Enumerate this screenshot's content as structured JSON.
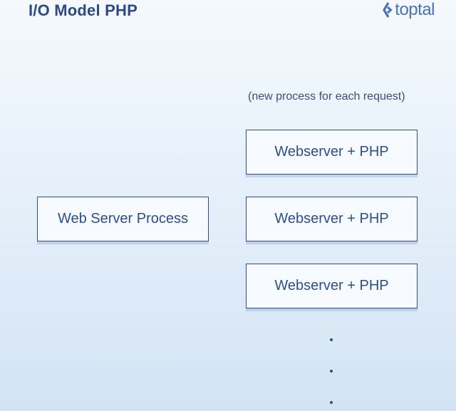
{
  "header": {
    "title": "I/O Model PHP",
    "logo_text": "toptal"
  },
  "diagram": {
    "note": "(new process for each request)",
    "left_box": {
      "label": "Web Server Process"
    },
    "right_boxes": [
      {
        "label": "Webserver + PHP"
      },
      {
        "label": "Webserver + PHP"
      },
      {
        "label": "Webserver + PHP"
      }
    ],
    "continuation_dots": 3
  },
  "colors": {
    "title": "#2f4a82",
    "logo": "#4a72b8",
    "box_border": "#2f4d86",
    "box_text": "#2c4f8c",
    "background_top": "#f5f9fd",
    "background_bottom": "#d3e3f4"
  },
  "icons": {
    "logo_mark": "toptal-logo-icon"
  }
}
